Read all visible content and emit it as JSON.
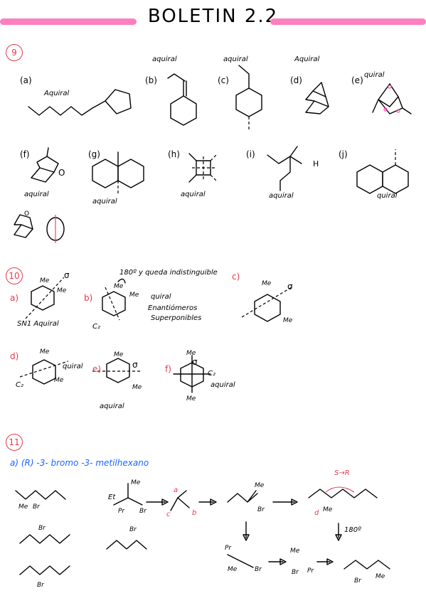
{
  "title": "BOLETIN 2.2",
  "q9": {
    "number": "9",
    "labels": [
      "(a)",
      "(b)",
      "(c)",
      "(d)",
      "(e)",
      "(f)",
      "(g)",
      "(h)",
      "(i)",
      "(j)"
    ],
    "notes": {
      "a": "Aquiral",
      "b": "aquiral",
      "c": "aquiral",
      "d": "Aquiral",
      "e": "quiral",
      "f": "aquiral",
      "g": "aquiral",
      "h": "aquiral",
      "i": "aquiral",
      "j": "quiral"
    },
    "atom_O": "O",
    "atom_H": "H"
  },
  "q10": {
    "number": "10",
    "parts": [
      "a)",
      "b)",
      "c)",
      "d)",
      "e)",
      "f)"
    ],
    "me": "Me",
    "sigma": "σ",
    "c2": "C₂",
    "a_note": "SN1 Aquiral",
    "b_top": "180º y queda indistinguible",
    "b_note1": "quiral",
    "b_note2": "Enantiómeros",
    "b_note3": "Superponibles",
    "d_note": "quiral",
    "e_note": "aquiral",
    "f_note": "aquiral"
  },
  "q11": {
    "number": "11",
    "a_title": "a) (R) -3- bromo -3- metilhexano",
    "me": "Me",
    "br": "Br",
    "et": "Et",
    "pr": "Pr",
    "s_to_r": "S→R",
    "rot": "180º",
    "letters": [
      "a",
      "b",
      "c",
      "d"
    ]
  }
}
